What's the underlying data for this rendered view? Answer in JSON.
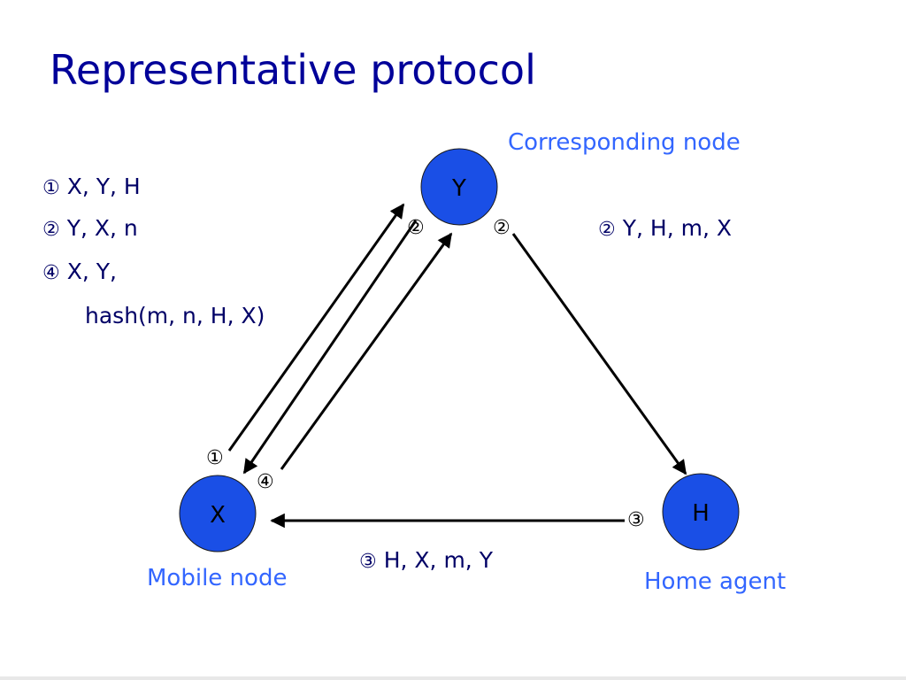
{
  "title": "Representative protocol",
  "nodes": {
    "x": {
      "label": "X",
      "role": "Mobile node"
    },
    "y": {
      "label": "Y",
      "role": "Corresponding node"
    },
    "h": {
      "label": "H",
      "role": "Home agent"
    }
  },
  "steps_left": [
    {
      "num": "①",
      "text": "X, Y, H"
    },
    {
      "num": "②",
      "text": "Y, X, n"
    },
    {
      "num": "④",
      "text": "X, Y,"
    },
    {
      "num": "",
      "text": "hash(m, n, H, X)"
    }
  ],
  "step_right": {
    "num": "②",
    "text": "Y, H, m, X"
  },
  "step_bottom": {
    "num": "③",
    "text": "H, X, m, Y"
  },
  "badges": {
    "arrow1": "①",
    "arrow2_left": "②",
    "arrow2_right": "②",
    "arrow3": "③",
    "arrow4": "④"
  },
  "colors": {
    "node_fill": "#1a4fe6",
    "title": "#000099",
    "role_text": "#3366ff",
    "step_text": "#000066"
  }
}
